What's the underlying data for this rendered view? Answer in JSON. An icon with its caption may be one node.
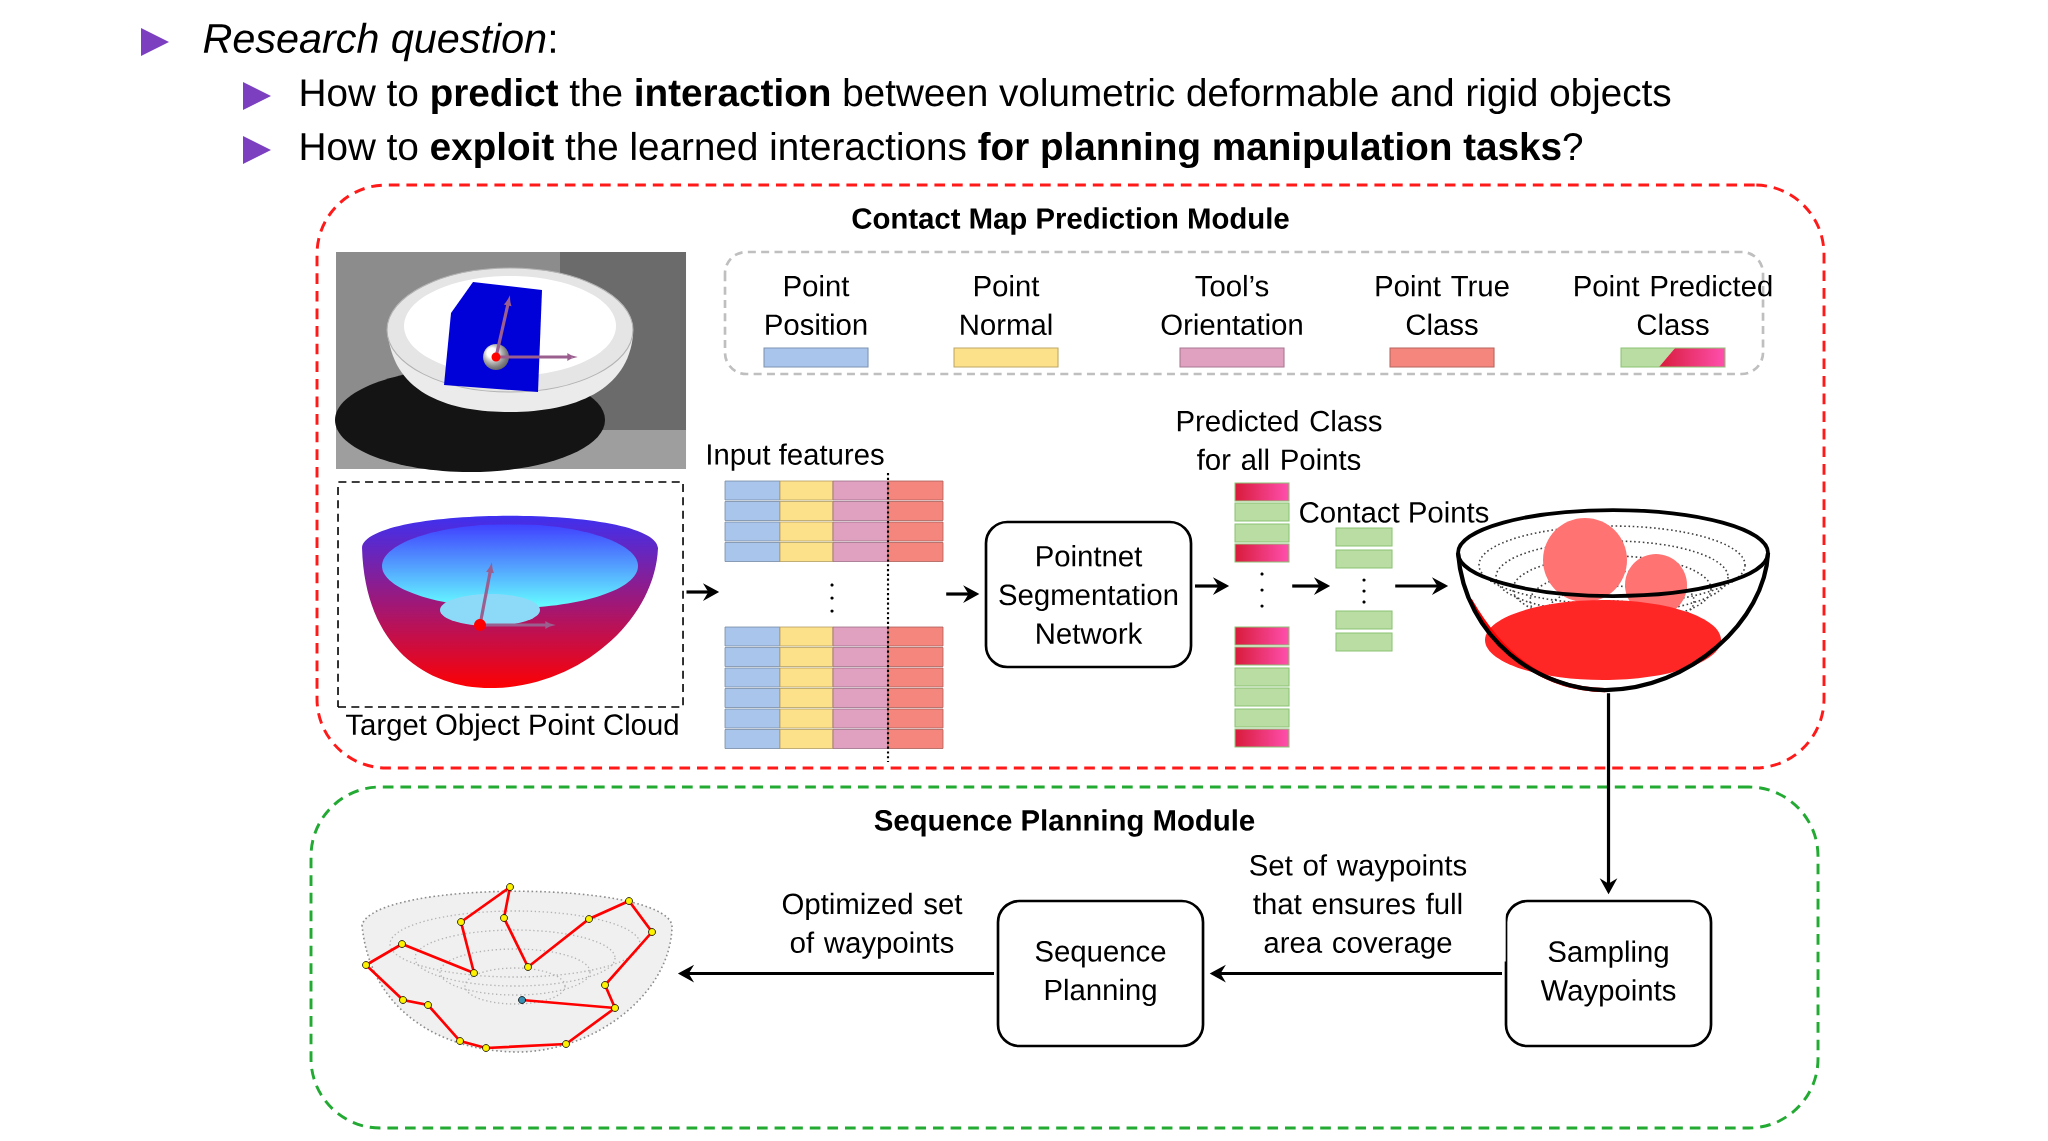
{
  "diagram": {
    "nodes": [
      {
        "text": [
          "Contact Map Prediction Module"
        ]
      },
      {
        "text": [
          "Sequence Planning Module"
        ]
      },
      {
        "text": [
          "Target Object Point Cloud"
        ],
        "in": 0
      },
      {
        "text": [
          "Input features"
        ],
        "in": 0
      },
      {
        "text": [
          "Pointnet Segmentation Network"
        ],
        "in": 0
      },
      {
        "text": [
          "Predicted Class for all Points"
        ],
        "in": 0
      },
      {
        "text": [
          "Contact Points"
        ],
        "in": 0
      },
      {
        "text": [],
        "shape": "picture",
        "in": 0
      },
      {
        "text": [
          "Sampling Waypoints"
        ],
        "in": 1
      },
      {
        "text": [
          "Sequence Planning"
        ],
        "in": 1
      },
      {
        "text": [],
        "shape": "picture",
        "in": 1
      }
    ],
    "edges": [
      {
        "from": 2,
        "to": 3,
        "arrow": "to"
      },
      {
        "from": 3,
        "to": 4,
        "arrow": "to"
      },
      {
        "from": 4,
        "to": 5,
        "arrow": "to"
      },
      {
        "from": 5,
        "to": 6,
        "arrow": "to"
      },
      {
        "from": 6,
        "to": 7,
        "arrow": "to"
      },
      {
        "from": 7,
        "to": 8,
        "arrow": "to"
      },
      {
        "from": 8,
        "to": 9,
        "arrow": "to",
        "label": "Set of waypoints that ensures full area coverage"
      },
      {
        "from": 9,
        "to": 10,
        "arrow": "to",
        "label": "Optimized set of waypoints"
      }
    ],
    "labels": [
      "*Research question*:",
      "How to **predict** the **interaction** between volumetric deformable and rigid objects",
      "How to **exploit** the learned interactions **for planning manipulation tasks**?"
    ],
    "legend": [
      {
        "text": "Point Position",
        "color": "#a9c5ec"
      },
      {
        "text": "Point Normal",
        "color": "#fde08a"
      },
      {
        "text": "Tool’s Orientation",
        "color": "#e0a0c0"
      },
      {
        "text": "Point True Class",
        "color": "#f4867e"
      },
      {
        "text": "Point Predicted Class"
      }
    ]
  }
}
